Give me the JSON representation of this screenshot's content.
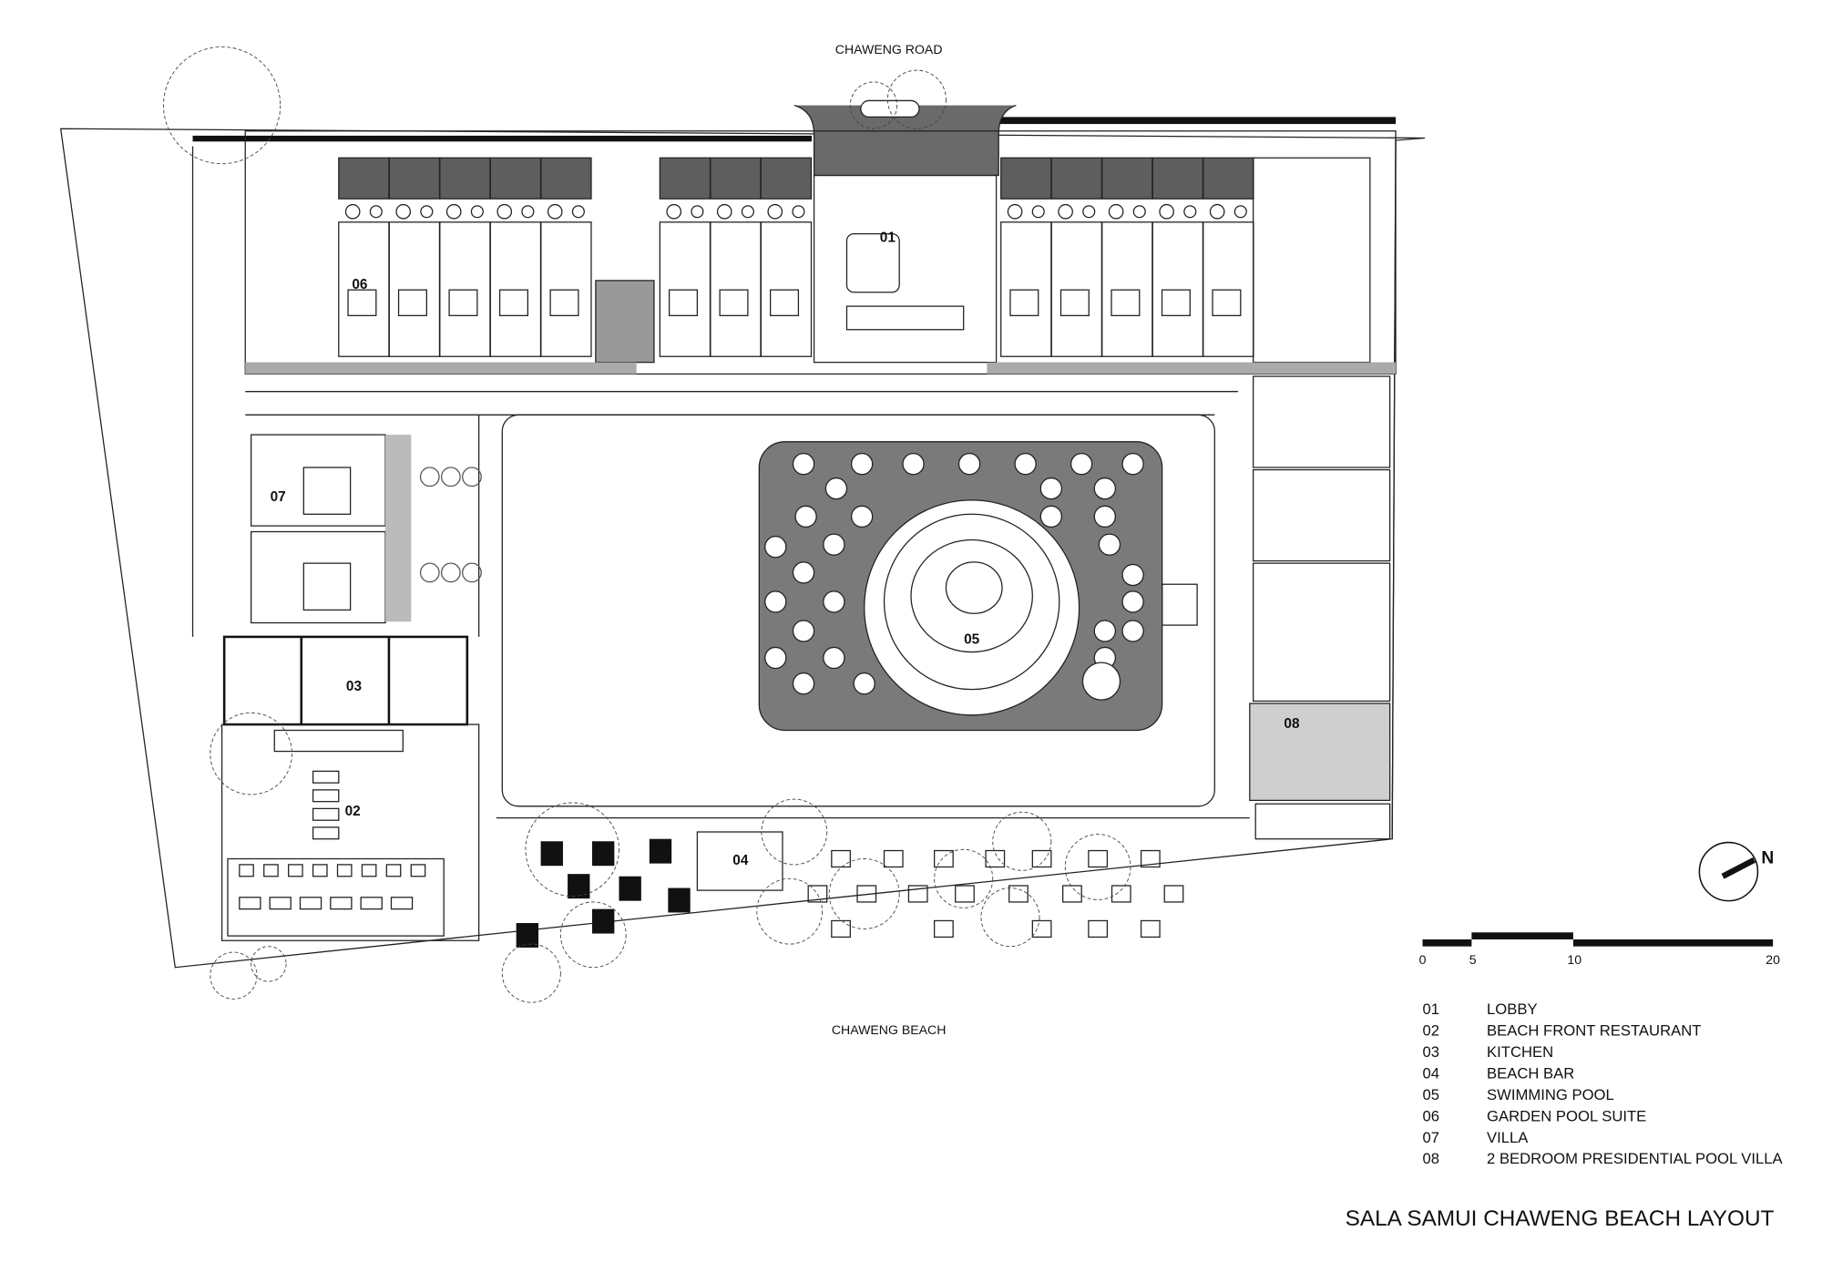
{
  "plan": {
    "road_label": "CHAWENG ROAD",
    "beach_label": "CHAWENG BEACH",
    "area_tags": {
      "lobby": "01",
      "restaurant": "02",
      "kitchen": "03",
      "beach_bar": "04",
      "pool": "05",
      "garden_suite": "06",
      "villa": "07",
      "presidential_villa": "08"
    }
  },
  "north_arrow": {
    "label": "N"
  },
  "scale_bar": {
    "ticks": [
      "0",
      "5",
      "10",
      "20"
    ]
  },
  "legend": [
    {
      "code": "01",
      "name": "LOBBY"
    },
    {
      "code": "02",
      "name": "BEACH FRONT RESTAURANT"
    },
    {
      "code": "03",
      "name": "KITCHEN"
    },
    {
      "code": "04",
      "name": "BEACH BAR"
    },
    {
      "code": "05",
      "name": "SWIMMING POOL"
    },
    {
      "code": "06",
      "name": "GARDEN POOL SUITE"
    },
    {
      "code": "07",
      "name": "VILLA"
    },
    {
      "code": "08",
      "name": "2 BEDROOM PRESIDENTIAL POOL VILLA"
    }
  ],
  "title": "SALA SAMUI CHAWENG BEACH LAYOUT",
  "colors": {
    "deck": "#7a7a7a",
    "hatch": "#5e5e5e",
    "villa_fill": "#cfcfcf",
    "ink": "#111111"
  }
}
